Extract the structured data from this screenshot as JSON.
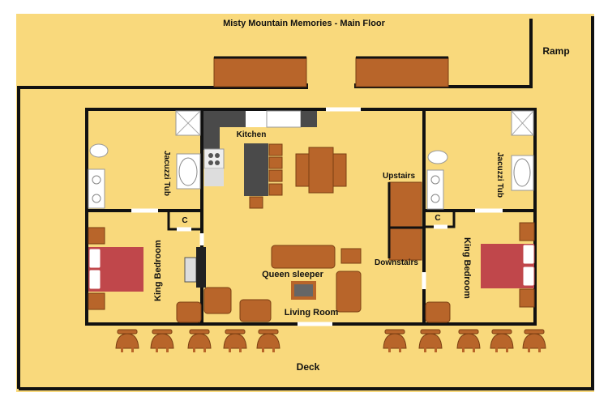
{
  "title": "Misty Mountain Memories - Main Floor",
  "labels": {
    "ramp": "Ramp",
    "kitchen": "Kitchen",
    "jacuzzi_left": "Jacuzzi Tub",
    "jacuzzi_right": "Jacuzzi Tub",
    "closet_left": "C",
    "closet_right": "C",
    "king_left": "King Bedroom",
    "king_right": "King Bedroom",
    "upstairs": "Upstairs",
    "downstairs": "Downstairs",
    "queen_sleeper": "Queen sleeper",
    "living_room": "Living Room",
    "deck": "Deck"
  },
  "colors": {
    "floor": "#f9d97c",
    "wall": "#111111",
    "furniture": "#b8652a",
    "bed": "#c0474b"
  }
}
